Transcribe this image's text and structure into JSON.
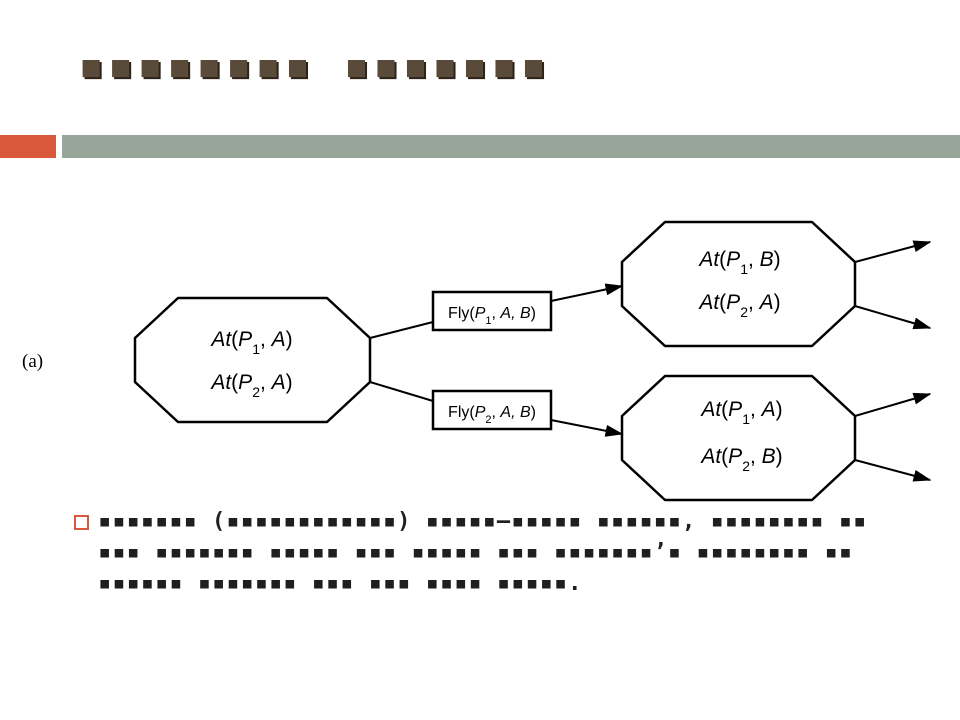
{
  "slide": {
    "title": "▪▪▪▪▪▪▪▪ ▪▪▪▪▪▪▪",
    "bullet_text": "▪▪▪▪▪▪▪ (▪▪▪▪▪▪▪▪▪▪▪▪) ▪▪▪▪▪–▪▪▪▪▪ ▪▪▪▪▪▪, ▪▪▪▪▪▪▪▪ ▪▪ ▪▪▪ ▪▪▪▪▪▪▪ ▪▪▪▪▪ ▪▪▪ ▪▪▪▪▪ ▪▪▪ ▪▪▪▪▪▪▪’▪ ▪▪▪▪▪▪▪▪ ▪▪ ▪▪▪▪▪▪ ▪▪▪▪▪▪▪ ▪▪▪ ▪▪▪ ▪▪▪▪ ▪▪▪▪▪."
  },
  "colors": {
    "accent": "#d9573a",
    "rule": "#98a69a",
    "title": "#5a4a3a"
  },
  "diagram": {
    "panel_label": "(a)",
    "start_state": {
      "line1": {
        "pred": "At",
        "obj": "P",
        "sub": "1",
        "arg": "A"
      },
      "line2": {
        "pred": "At",
        "obj": "P",
        "sub": "2",
        "arg": "A"
      }
    },
    "actions": [
      {
        "name": "Fly",
        "obj": "P",
        "sub": "1",
        "args": "A, B"
      },
      {
        "name": "Fly",
        "obj": "P",
        "sub": "2",
        "args": "A, B"
      }
    ],
    "result_states": [
      {
        "line1": {
          "pred": "At",
          "obj": "P",
          "sub": "1",
          "arg": "B"
        },
        "line2": {
          "pred": "At",
          "obj": "P",
          "sub": "2",
          "arg": "A"
        }
      },
      {
        "line1": {
          "pred": "At",
          "obj": "P",
          "sub": "1",
          "arg": "A"
        },
        "line2": {
          "pred": "At",
          "obj": "P",
          "sub": "2",
          "arg": "B"
        }
      }
    ]
  }
}
